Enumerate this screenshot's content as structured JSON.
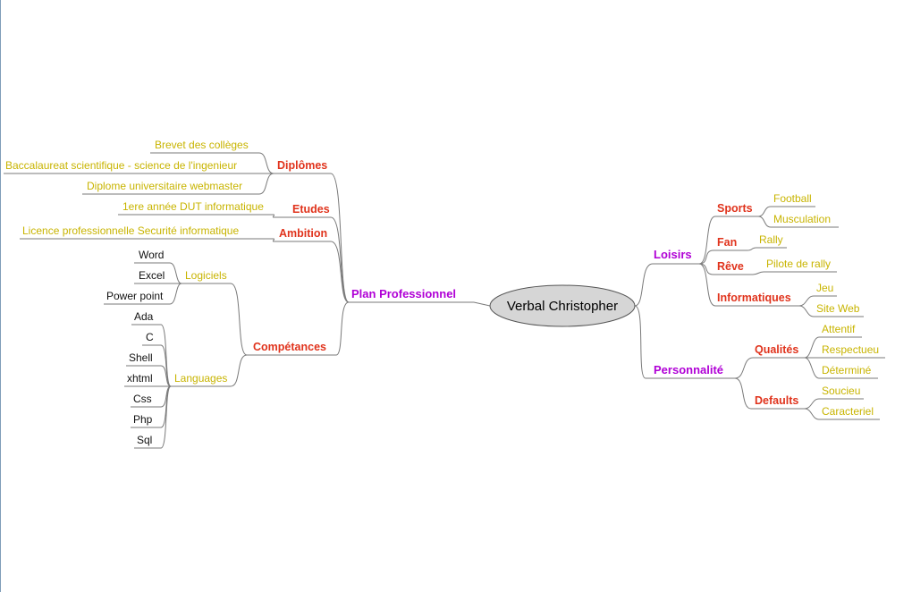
{
  "center": "Verbal Christopher",
  "left": {
    "plan": "Plan Professionnel",
    "diplomes": {
      "label": "Diplômes",
      "items": [
        "Brevet des collèges",
        "Baccalaureat scientifique - science de l'ingenieur",
        "Diplome universitaire webmaster"
      ]
    },
    "etudes": {
      "label": "Etudes",
      "items": [
        "1ere année DUT informatique"
      ]
    },
    "ambition": {
      "label": "Ambition",
      "items": [
        "Licence professionnelle Securité informatique"
      ]
    },
    "competances": {
      "label": "Compétances",
      "logiciels": {
        "label": "Logiciels",
        "items": [
          "Word",
          "Excel",
          "Power point"
        ]
      },
      "languages": {
        "label": "Languages",
        "items": [
          "Ada",
          "C",
          "Shell",
          "xhtml",
          "Css",
          "Php",
          "Sql"
        ]
      }
    }
  },
  "right": {
    "loisirs": {
      "label": "Loisirs",
      "sports": {
        "label": "Sports",
        "items": [
          "Football",
          "Musculation"
        ]
      },
      "fan": {
        "label": "Fan",
        "items": [
          "Rally"
        ]
      },
      "reve": {
        "label": "Rêve",
        "items": [
          "Pilote de rally"
        ]
      },
      "informatiques": {
        "label": "Informatiques",
        "items": [
          "Jeu",
          "Site Web"
        ]
      }
    },
    "personnalite": {
      "label": "Personnalité",
      "qualites": {
        "label": "Qualités",
        "items": [
          "Attentif",
          "Respectueu",
          "Déterminé"
        ]
      },
      "defaults": {
        "label": "Defaults",
        "items": [
          "Soucieu",
          "Caracteriel"
        ]
      }
    }
  },
  "colors": {
    "level1": "#b000d6",
    "level2": "#e0331c",
    "level3": "#c8b400",
    "software": "#111111",
    "connector": "#7a7a7a",
    "center_fill": "#d6d6d6"
  }
}
